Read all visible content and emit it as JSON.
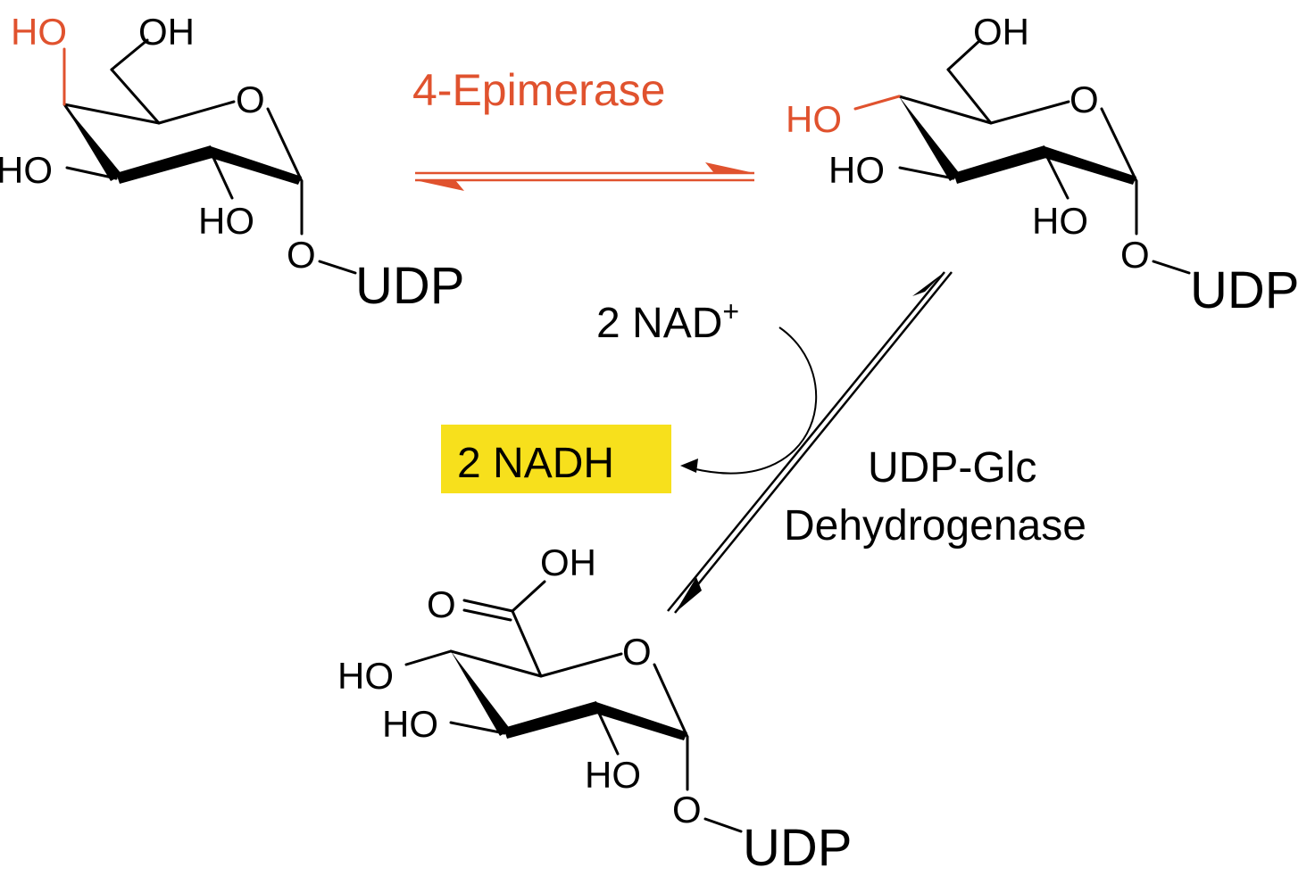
{
  "enzymes": {
    "epimerase": "4-Epimerase",
    "dehydrogenase_line1": "UDP-Glc",
    "dehydrogenase_line2": "Dehydrogenase"
  },
  "cofactors": {
    "nad_prefix": "2 NAD",
    "nad_charge": "+",
    "nadh": "2 NADH"
  },
  "labels": {
    "ho": "HO",
    "oh": "OH",
    "o": "O",
    "udp": "UDP"
  },
  "colors": {
    "highlight_red": "#e0522e",
    "highlight_yellow": "#f7e01c",
    "ink": "#000000"
  }
}
